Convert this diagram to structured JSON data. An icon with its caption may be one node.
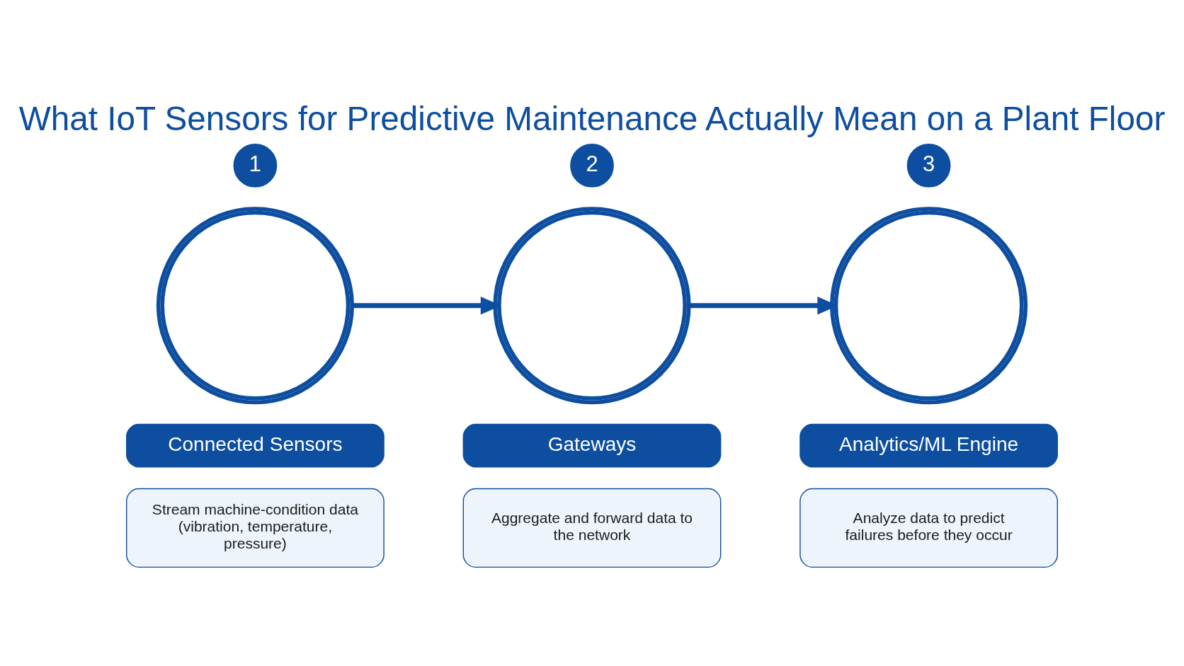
{
  "diagram": {
    "title": "What IoT Sensors for Predictive Maintenance Actually Mean on a Plant Floor",
    "nodes": [
      {
        "text": [
          "1"
        ]
      },
      {
        "text": [],
        "shape": "circle"
      },
      {
        "text": [
          "2"
        ]
      },
      {
        "text": [],
        "shape": "circle"
      },
      {
        "text": [
          "3"
        ]
      },
      {
        "text": [],
        "shape": "circle"
      },
      {
        "text": [
          "Connected Sensors"
        ]
      },
      {
        "text": [
          "Gateways"
        ]
      },
      {
        "text": [
          "Analytics/ML Engine"
        ]
      },
      {
        "text": [
          "Stream machine-condition data (vibration, temperature, pressure)"
        ]
      },
      {
        "text": [
          "Aggregate and forward data to the network"
        ]
      },
      {
        "text": [
          "Analyze data to predict failures before they occur"
        ]
      }
    ],
    "edges": [
      {
        "from": 1,
        "to": 3,
        "arrow": "to"
      },
      {
        "from": 3,
        "to": 5,
        "arrow": "to"
      }
    ]
  }
}
